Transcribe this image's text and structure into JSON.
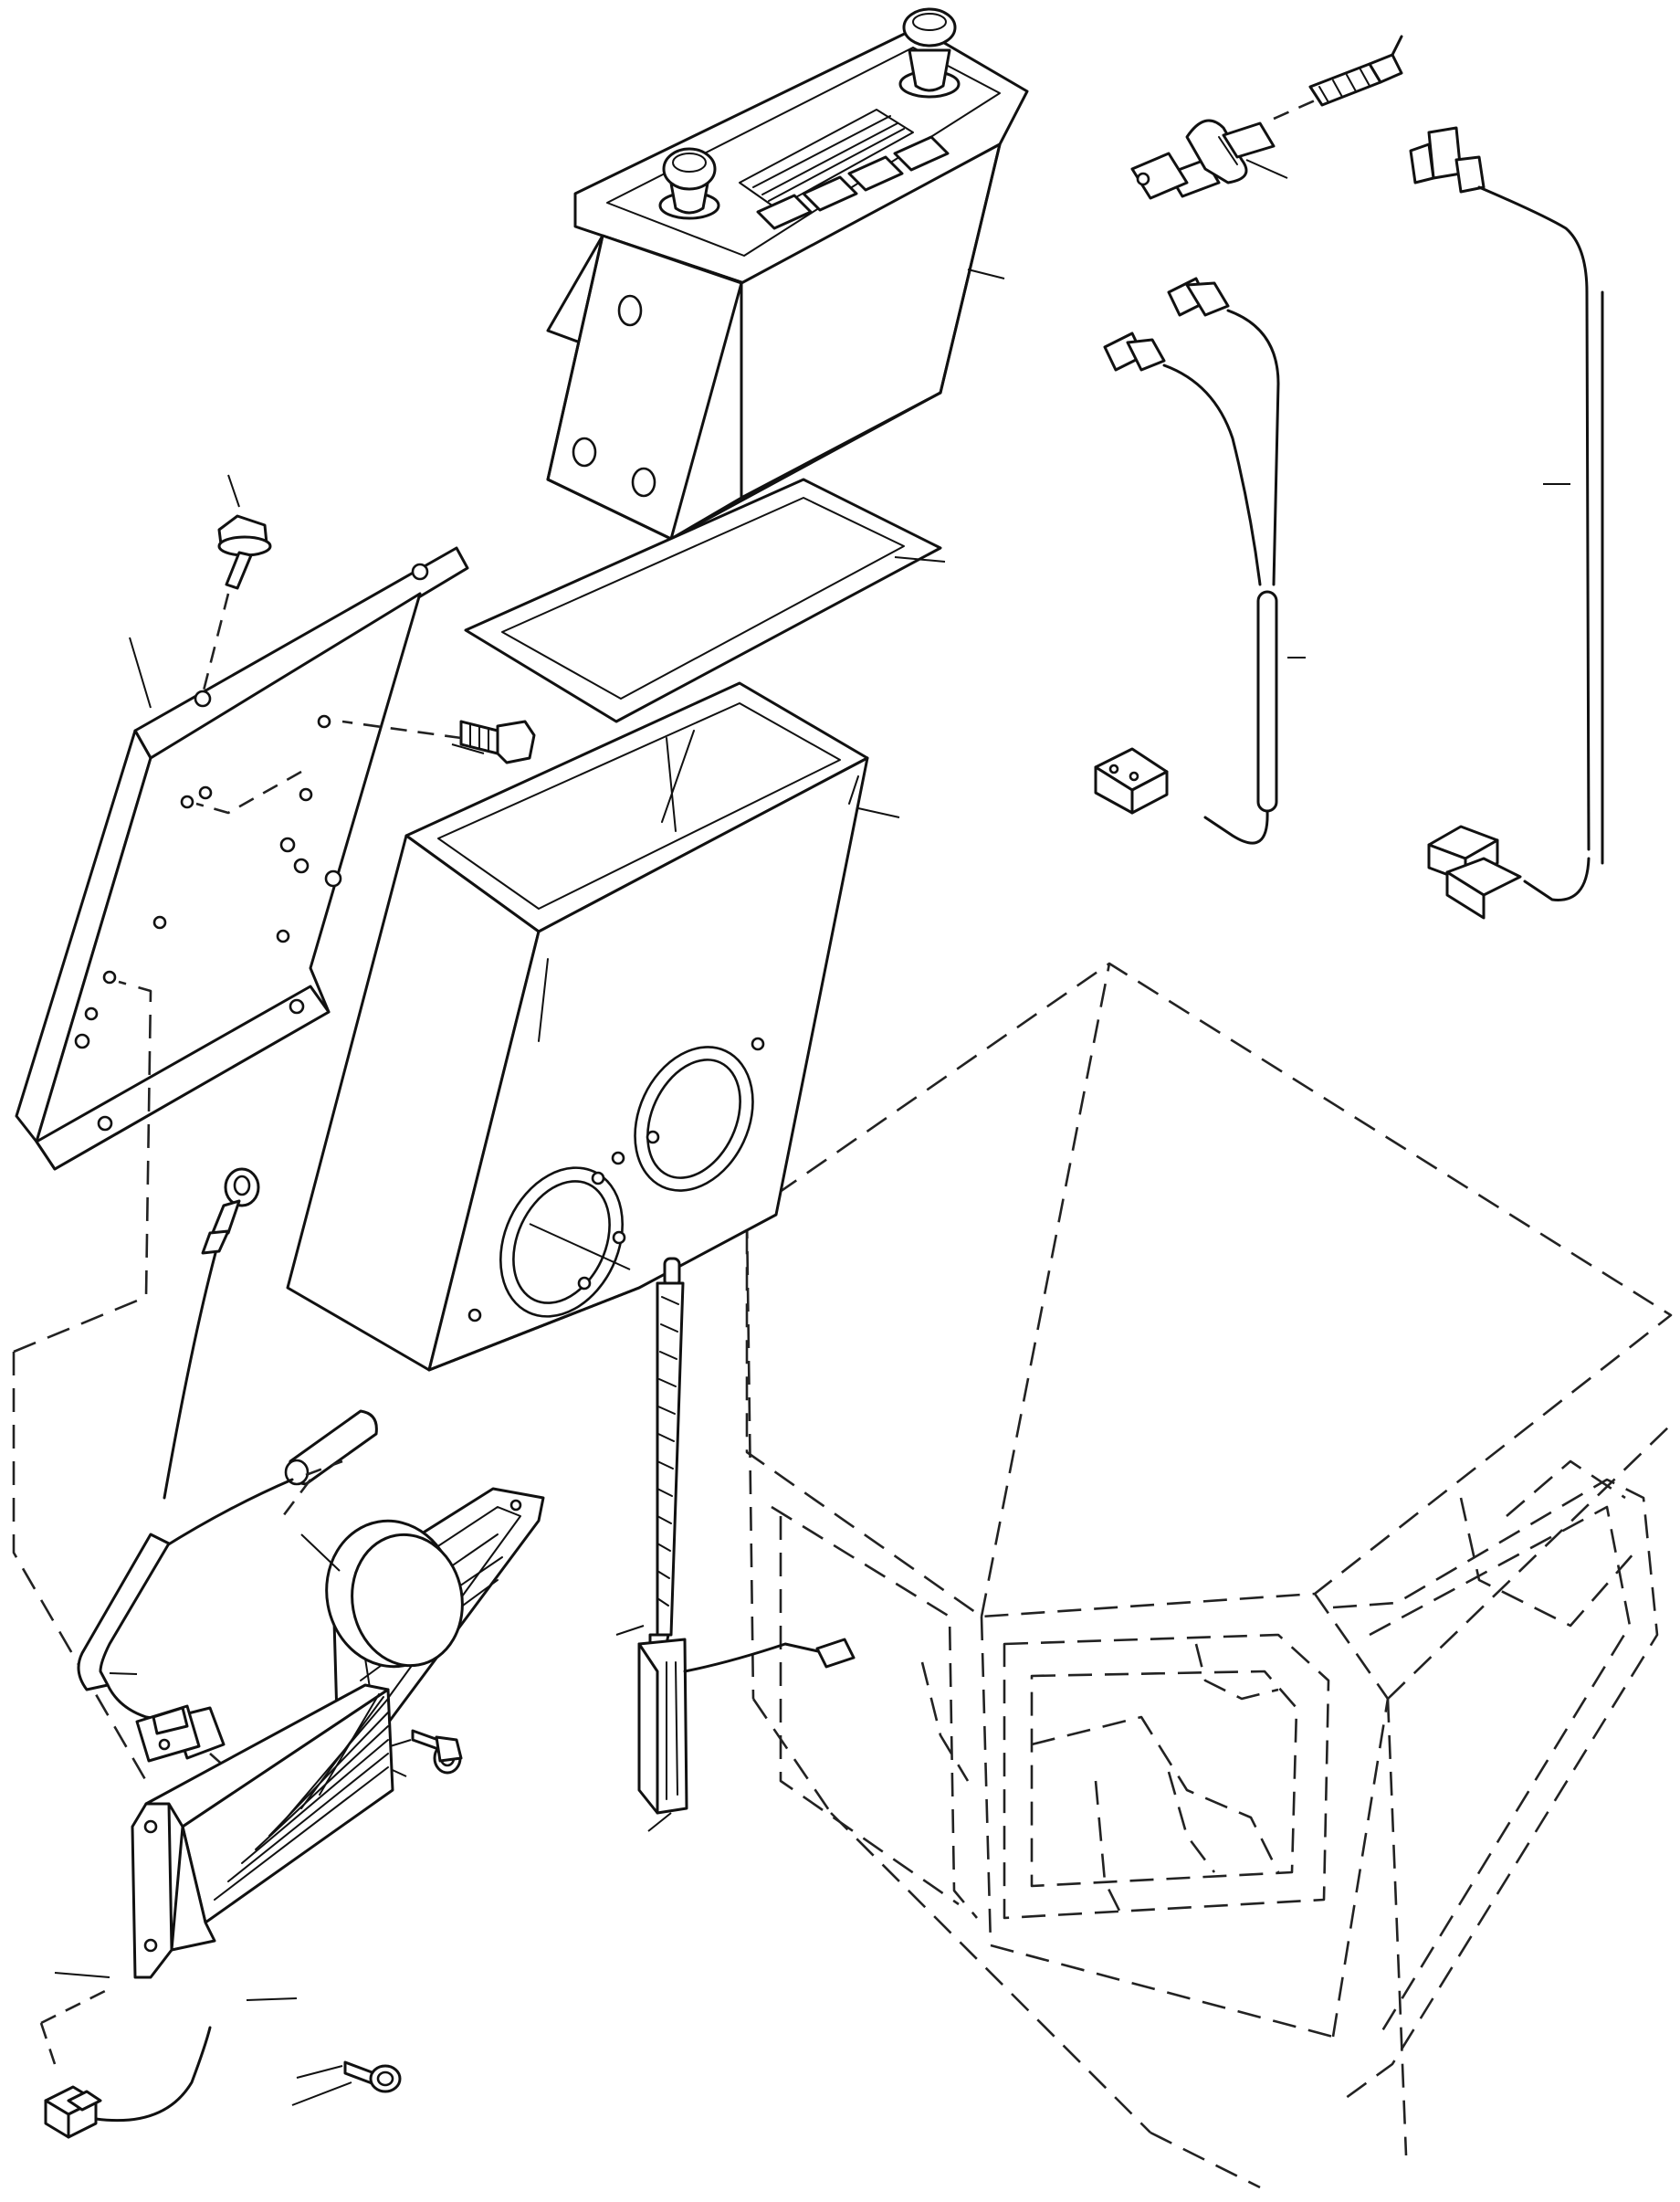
{
  "diagram": {
    "kind": "exploded-parts-illustration",
    "parts": [
      {
        "id": "radio",
        "icon": "radio-unit-icon"
      },
      {
        "id": "gasket",
        "icon": "gasket-icon"
      },
      {
        "id": "console-housing",
        "icon": "console-housing-icon"
      },
      {
        "id": "mounting-bracket",
        "icon": "bracket-icon"
      },
      {
        "id": "flange-screw",
        "icon": "screw-icon"
      },
      {
        "id": "bolt",
        "icon": "bolt-icon"
      },
      {
        "id": "terminal-connector",
        "icon": "terminal-icon"
      },
      {
        "id": "wire-harness-y",
        "icon": "harness-icon"
      },
      {
        "id": "wire-harness-long",
        "icon": "harness-icon"
      },
      {
        "id": "ground-lead",
        "icon": "ring-terminal-icon"
      },
      {
        "id": "fuse-holder",
        "icon": "fuse-icon"
      },
      {
        "id": "speaker",
        "icon": "speaker-icon"
      },
      {
        "id": "speaker-screw",
        "icon": "screw-icon"
      },
      {
        "id": "antenna",
        "icon": "antenna-icon"
      },
      {
        "id": "noise-suppressor",
        "icon": "heatsink-icon"
      },
      {
        "id": "suppressor-screw",
        "icon": "screw-icon"
      },
      {
        "id": "cab-outline",
        "icon": "cab-outline-icon"
      }
    ]
  },
  "colors": {
    "line": "#111111",
    "background": "#ffffff"
  }
}
